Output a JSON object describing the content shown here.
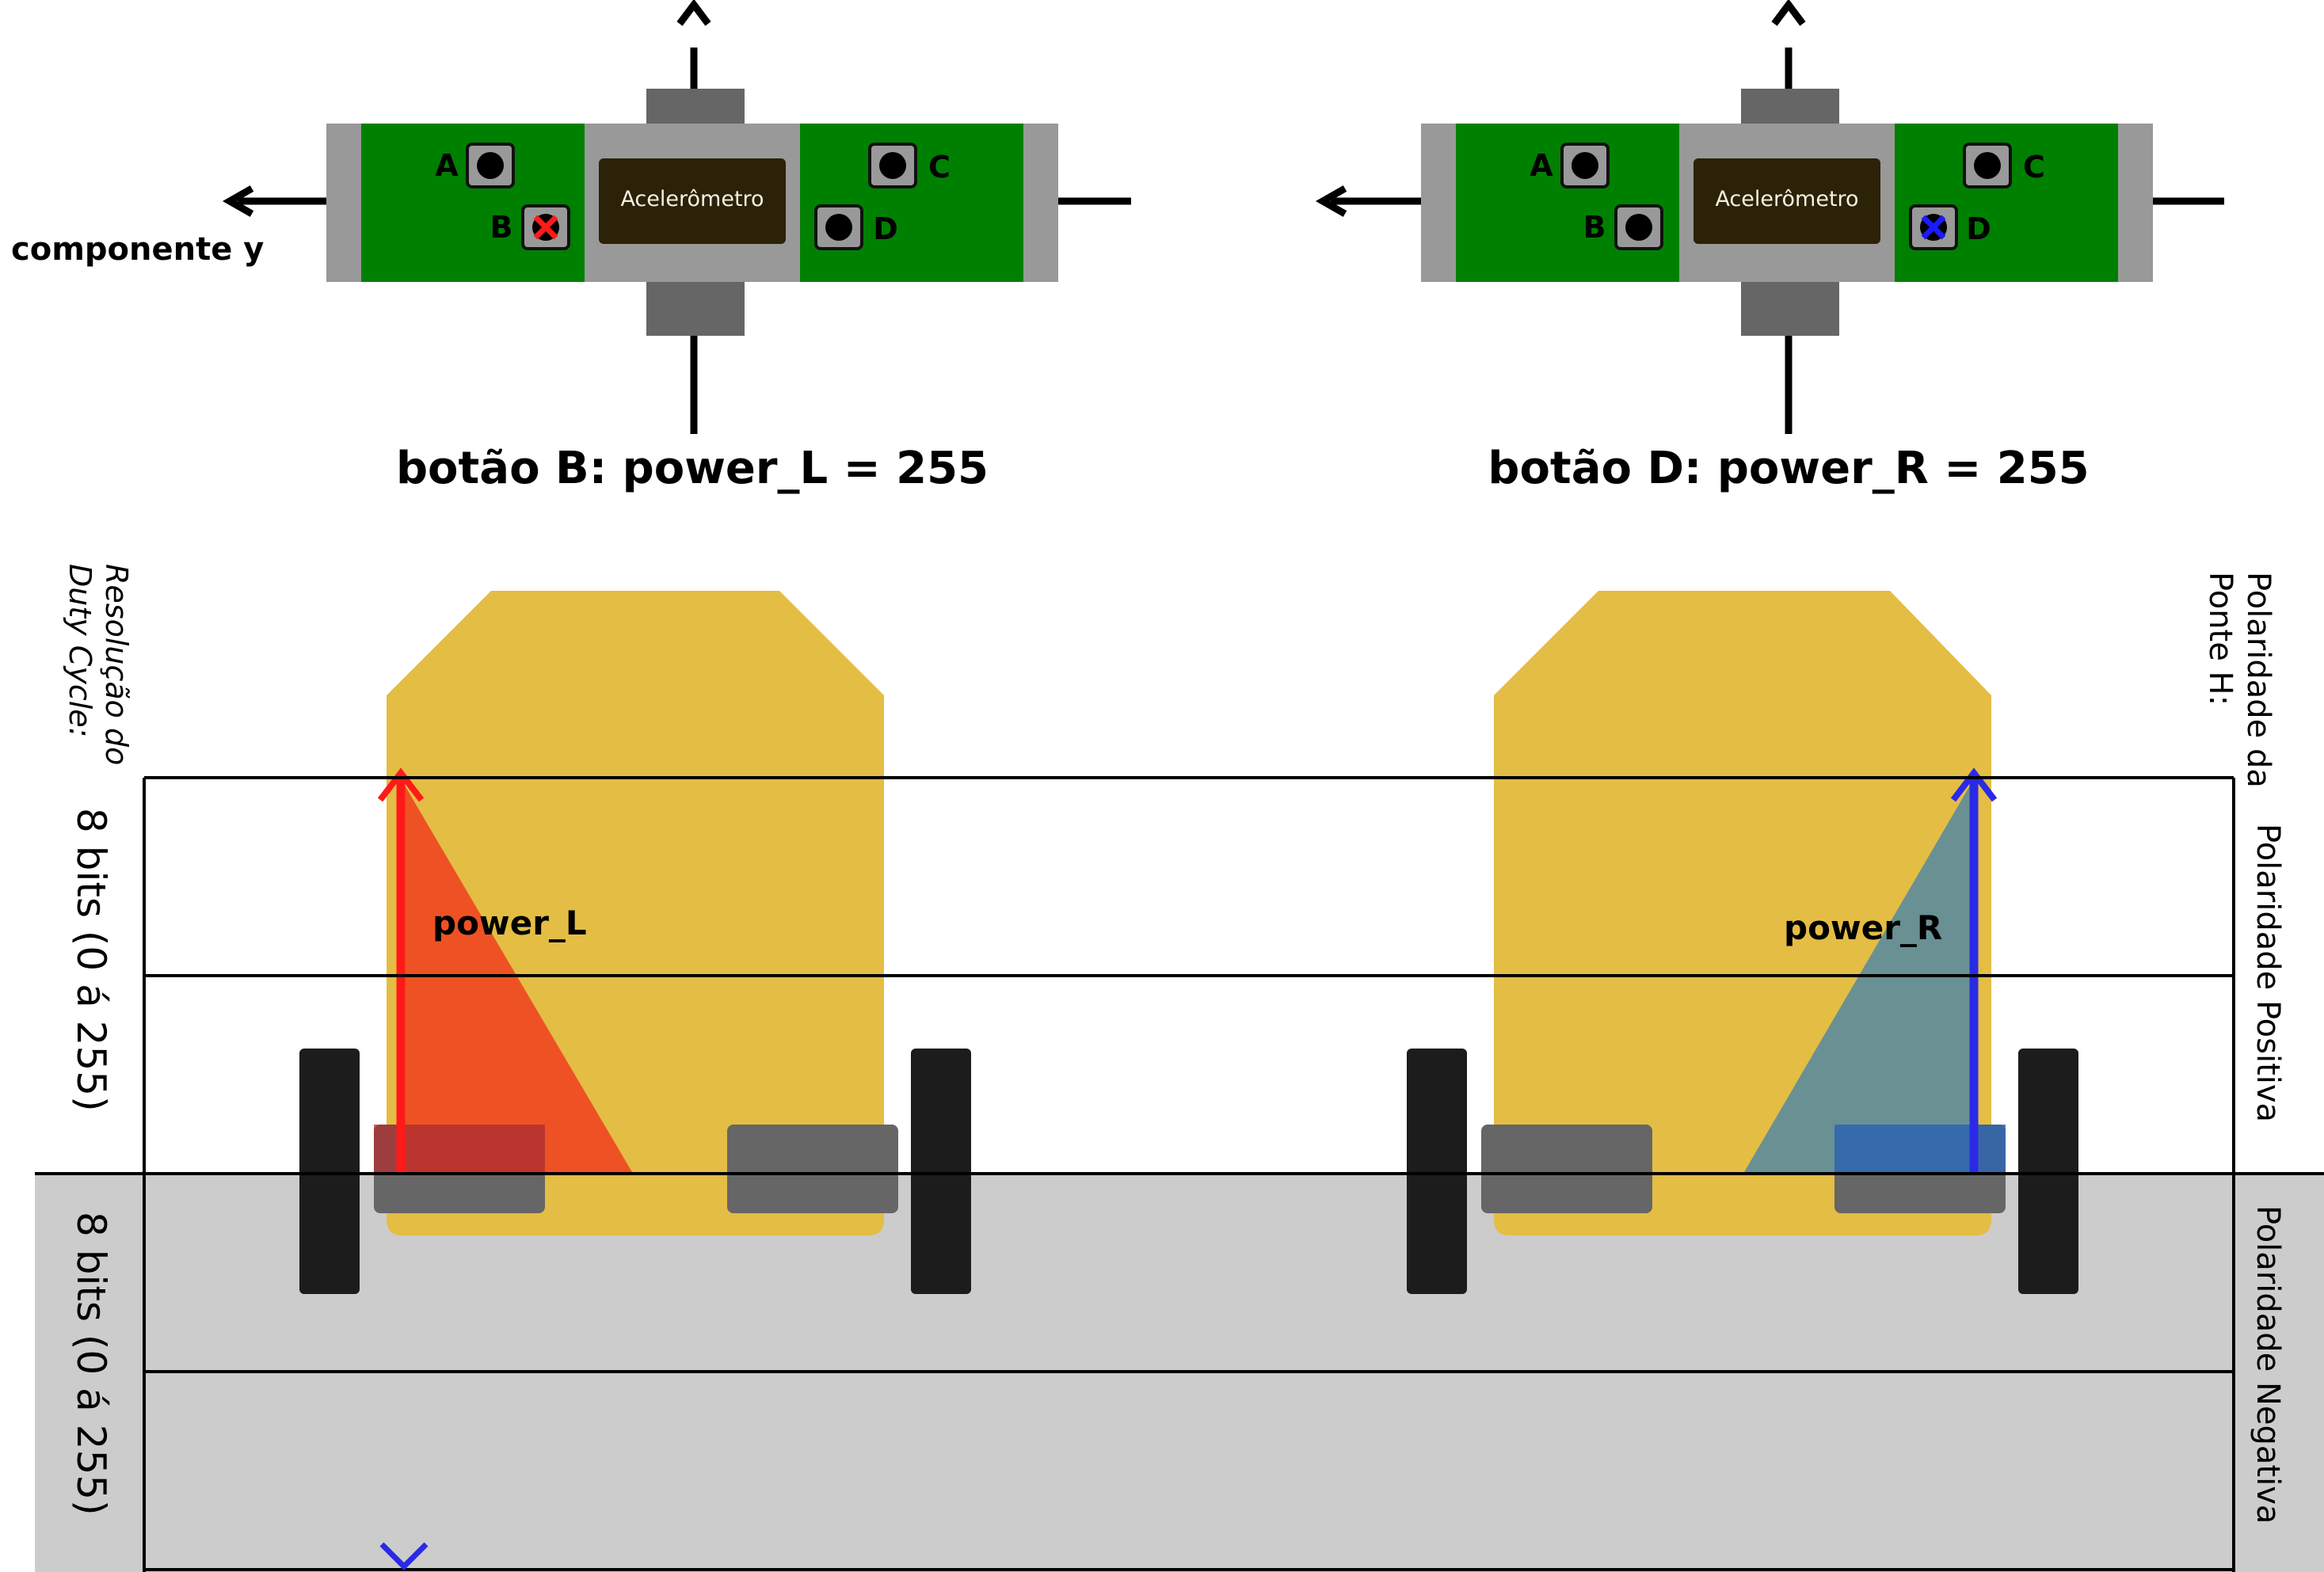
{
  "controllers": {
    "left": {
      "buttons": [
        "A",
        "B",
        "C",
        "D"
      ],
      "pressed": "B",
      "pressed_marker_color": "#ff1a1a",
      "accelerometer_label": "Acelerômetro",
      "axis_label": "componente y",
      "caption": "botão B: power_L = 255"
    },
    "right": {
      "buttons": [
        "A",
        "B",
        "C",
        "D"
      ],
      "pressed": "D",
      "pressed_marker_color": "#1a1aff",
      "accelerometer_label": "Acelerômetro",
      "caption": "botão D: power_R = 255"
    }
  },
  "robots": {
    "left": {
      "vector_label": "power_L",
      "vector_color": "#ff1a1a",
      "fill_color": "#f0401e",
      "value": 255
    },
    "right": {
      "vector_label": "power_R",
      "vector_color": "#2a2ae6",
      "fill_color": "#4a86a8",
      "value": 255
    }
  },
  "side_labels": {
    "left_title_line1": "Resolução do",
    "left_title_line2": "Duty Cycle:",
    "left_upper": "8 bits (0 á 255)",
    "left_lower": "8 bits (0 á 255)",
    "right_title_line1": "Polaridade da",
    "right_title_line2": "Ponte H:",
    "right_upper": "Polaridade Positiva",
    "right_lower": "Polaridade Negativa"
  },
  "colors": {
    "board_green": "#008000",
    "board_gray": "#999999",
    "connector_gray": "#666666",
    "chip": "#2b2208",
    "robot_body": "#e4bd44",
    "wheel": "#1c1c1c",
    "motor": "#666666",
    "negative_band": "#cccccc"
  }
}
